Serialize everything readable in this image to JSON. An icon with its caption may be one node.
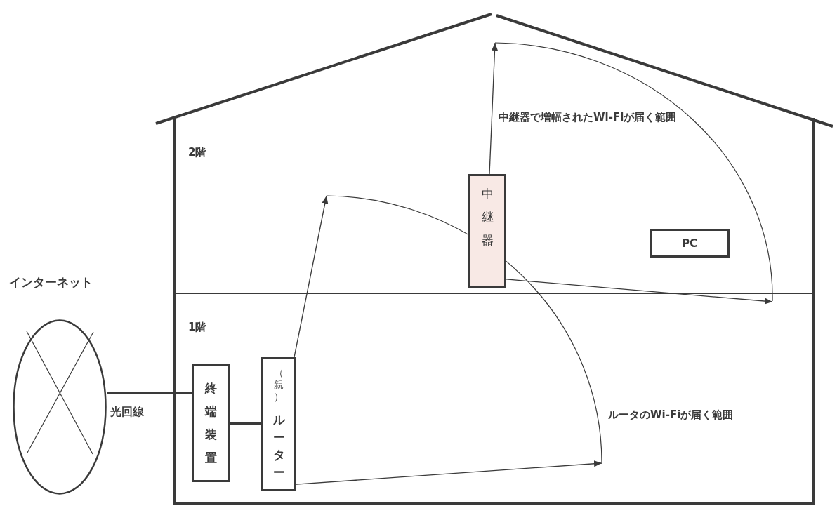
{
  "diagram": {
    "nodes": [
      {
        "text": [
          "インターネット"
        ]
      },
      {
        "text": [
          "2階"
        ]
      },
      {
        "text": [
          "中継器"
        ],
        "in": 1
      },
      {
        "text": [
          "PC"
        ],
        "in": 1
      },
      {
        "text": [
          "1階"
        ]
      },
      {
        "text": [
          "終端装置"
        ],
        "in": 4
      },
      {
        "text": [
          "（親）**ルーター**"
        ],
        "in": 4
      }
    ],
    "edges": [
      {
        "from": 0,
        "to": 5,
        "arrow": "none",
        "label": "光回線",
        "style": "thick"
      },
      {
        "from": 5,
        "to": 6,
        "arrow": "none",
        "style": "thick"
      },
      {
        "from": 6,
        "to": null,
        "arrow": "to"
      },
      {
        "from": 6,
        "to": null,
        "arrow": "to"
      },
      {
        "from": 2,
        "to": null,
        "arrow": "to"
      },
      {
        "from": 2,
        "to": null,
        "arrow": "to"
      }
    ],
    "labels": [
      "中継器で増幅されたWi-Fiが届く範囲",
      "ルータのWi-Fiが届く範囲"
    ]
  }
}
